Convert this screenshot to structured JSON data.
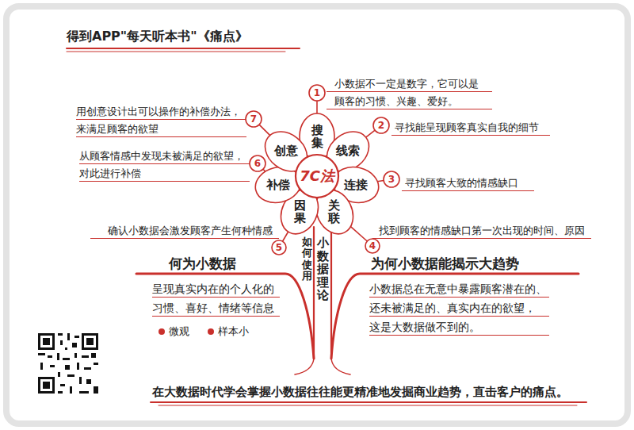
{
  "diagram": {
    "title": "得到APP\"每天听本书\"《痛点》",
    "caption": "在大数据时代学会掌握小数据往往能更精准地发掘商业趋势，直击客户的痛点。",
    "nodes": [
      {
        "text": [
          "7C法"
        ]
      },
      {
        "text": [
          "搜集"
        ]
      },
      {
        "text": [
          "线索"
        ]
      },
      {
        "text": [
          "连接"
        ]
      },
      {
        "text": [
          "关联"
        ]
      },
      {
        "text": [
          "因果"
        ]
      },
      {
        "text": [
          "补偿"
        ]
      },
      {
        "text": [
          "创意"
        ]
      },
      {
        "text": [
          "1"
        ]
      },
      {
        "text": [
          "2"
        ]
      },
      {
        "text": [
          "3"
        ]
      },
      {
        "text": [
          "4"
        ]
      },
      {
        "text": [
          "5"
        ]
      },
      {
        "text": [
          "6"
        ]
      },
      {
        "text": [
          "7"
        ]
      },
      {
        "text": [
          "小数据理论"
        ]
      },
      {
        "text": [
          "何为小数据",
          "呈现真实内在的个人化的 习惯、喜好、情绪等信息"
        ]
      },
      {
        "text": [
          "为何小数据能揭示大趋势",
          "小数据总在无意中暴露顾客潜在的、 还未被满足的、真实内在的欲望， 这是大数据做不到的。"
        ]
      }
    ],
    "edges": [
      {
        "from": 8,
        "to": 1,
        "arrow": "none"
      },
      {
        "from": 9,
        "to": 2,
        "arrow": "none"
      },
      {
        "from": 10,
        "to": 3,
        "arrow": "none"
      },
      {
        "from": 11,
        "to": 4,
        "arrow": "none"
      },
      {
        "from": 12,
        "to": 5,
        "arrow": "none"
      },
      {
        "from": 13,
        "to": 6,
        "arrow": "none"
      },
      {
        "from": 14,
        "to": 7,
        "arrow": "none"
      }
    ],
    "labels": [
      "小数据不一定是数字，它可以是 顾客的习惯、兴趣、爱好。",
      "寻找能呈现顾客真实自我的细节",
      "寻找顾客大致的情感缺口",
      "找到顾客的情感缺口第一次出现的时间、原因",
      "确认小数据会激发顾客产生何种情感",
      "从顾客情感中发现未被满足的欲望， 对此进行补偿",
      "用创意设计出可以操作的补偿办法， 来满足顾客的欲望",
      "如何使用",
      "微观",
      "样本小"
    ]
  }
}
